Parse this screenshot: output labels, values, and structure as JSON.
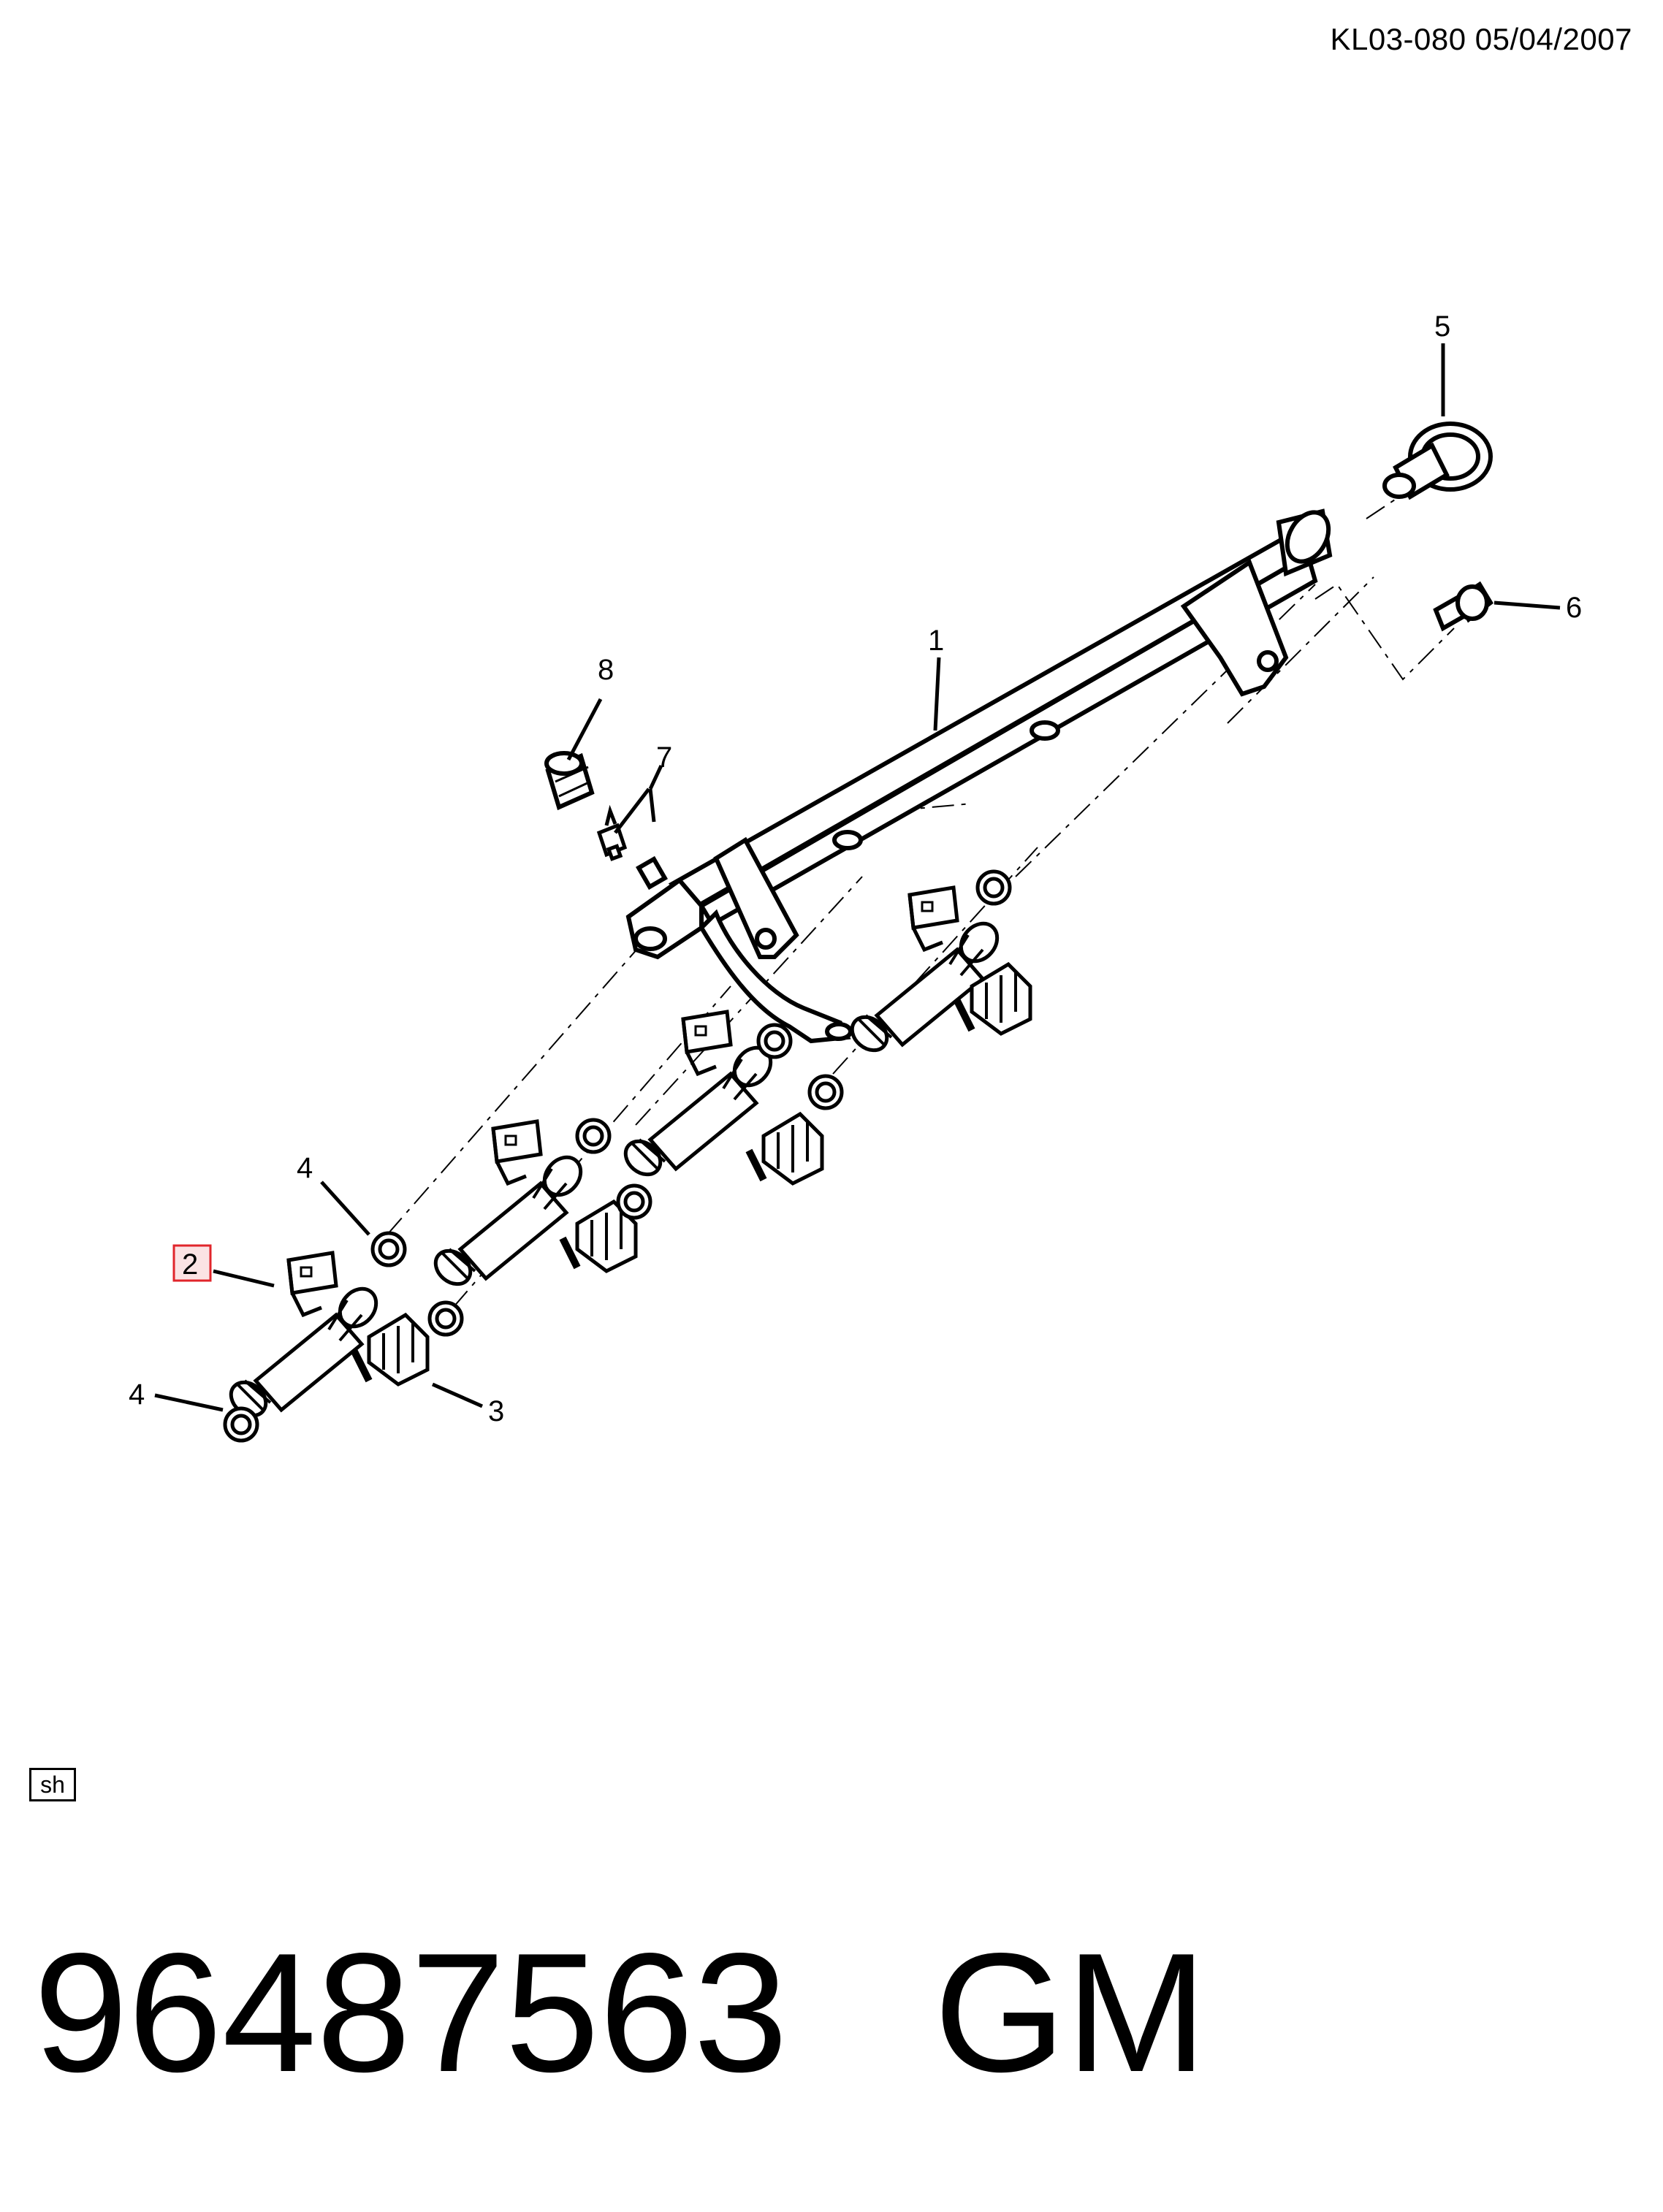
{
  "header": {
    "code": "KL03-080 05/04/2007"
  },
  "diagram": {
    "callouts": {
      "c1": "1",
      "c2": "2",
      "c3": "3",
      "c4a": "4",
      "c4b": "4",
      "c5": "5",
      "c6": "6",
      "c7": "7",
      "c8": "8"
    },
    "highlight_color": "#e0252b",
    "highlight_fill": "#fbe3e4"
  },
  "badge": {
    "label": "sh"
  },
  "footer": {
    "part_number": "96487563",
    "brand": "GM"
  }
}
